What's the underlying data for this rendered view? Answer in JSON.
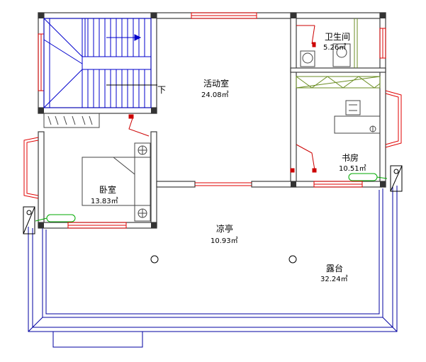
{
  "plan": {
    "colors": {
      "wall": "#3c3c3c",
      "wall_fill": "#ffffff",
      "window": "#e00000",
      "door": "#cc0000",
      "stair": "#0000cc",
      "terrace_line": "#0000a0",
      "fixture": "#444444",
      "closet": "#6b8e23",
      "green": "#00aa00"
    },
    "stair_label": "下",
    "rooms": {
      "activity": {
        "name": "活动室",
        "area": "24.08㎡"
      },
      "bathroom": {
        "name": "卫生间",
        "area": "5.26㎡"
      },
      "study": {
        "name": "书房",
        "area": "10.51㎡"
      },
      "bedroom": {
        "name": "卧室",
        "area": "13.83㎡"
      },
      "pavilion": {
        "name": "凉亭",
        "area": "10.93㎡"
      },
      "terrace": {
        "name": "露台",
        "area": "32.24㎡"
      }
    }
  }
}
